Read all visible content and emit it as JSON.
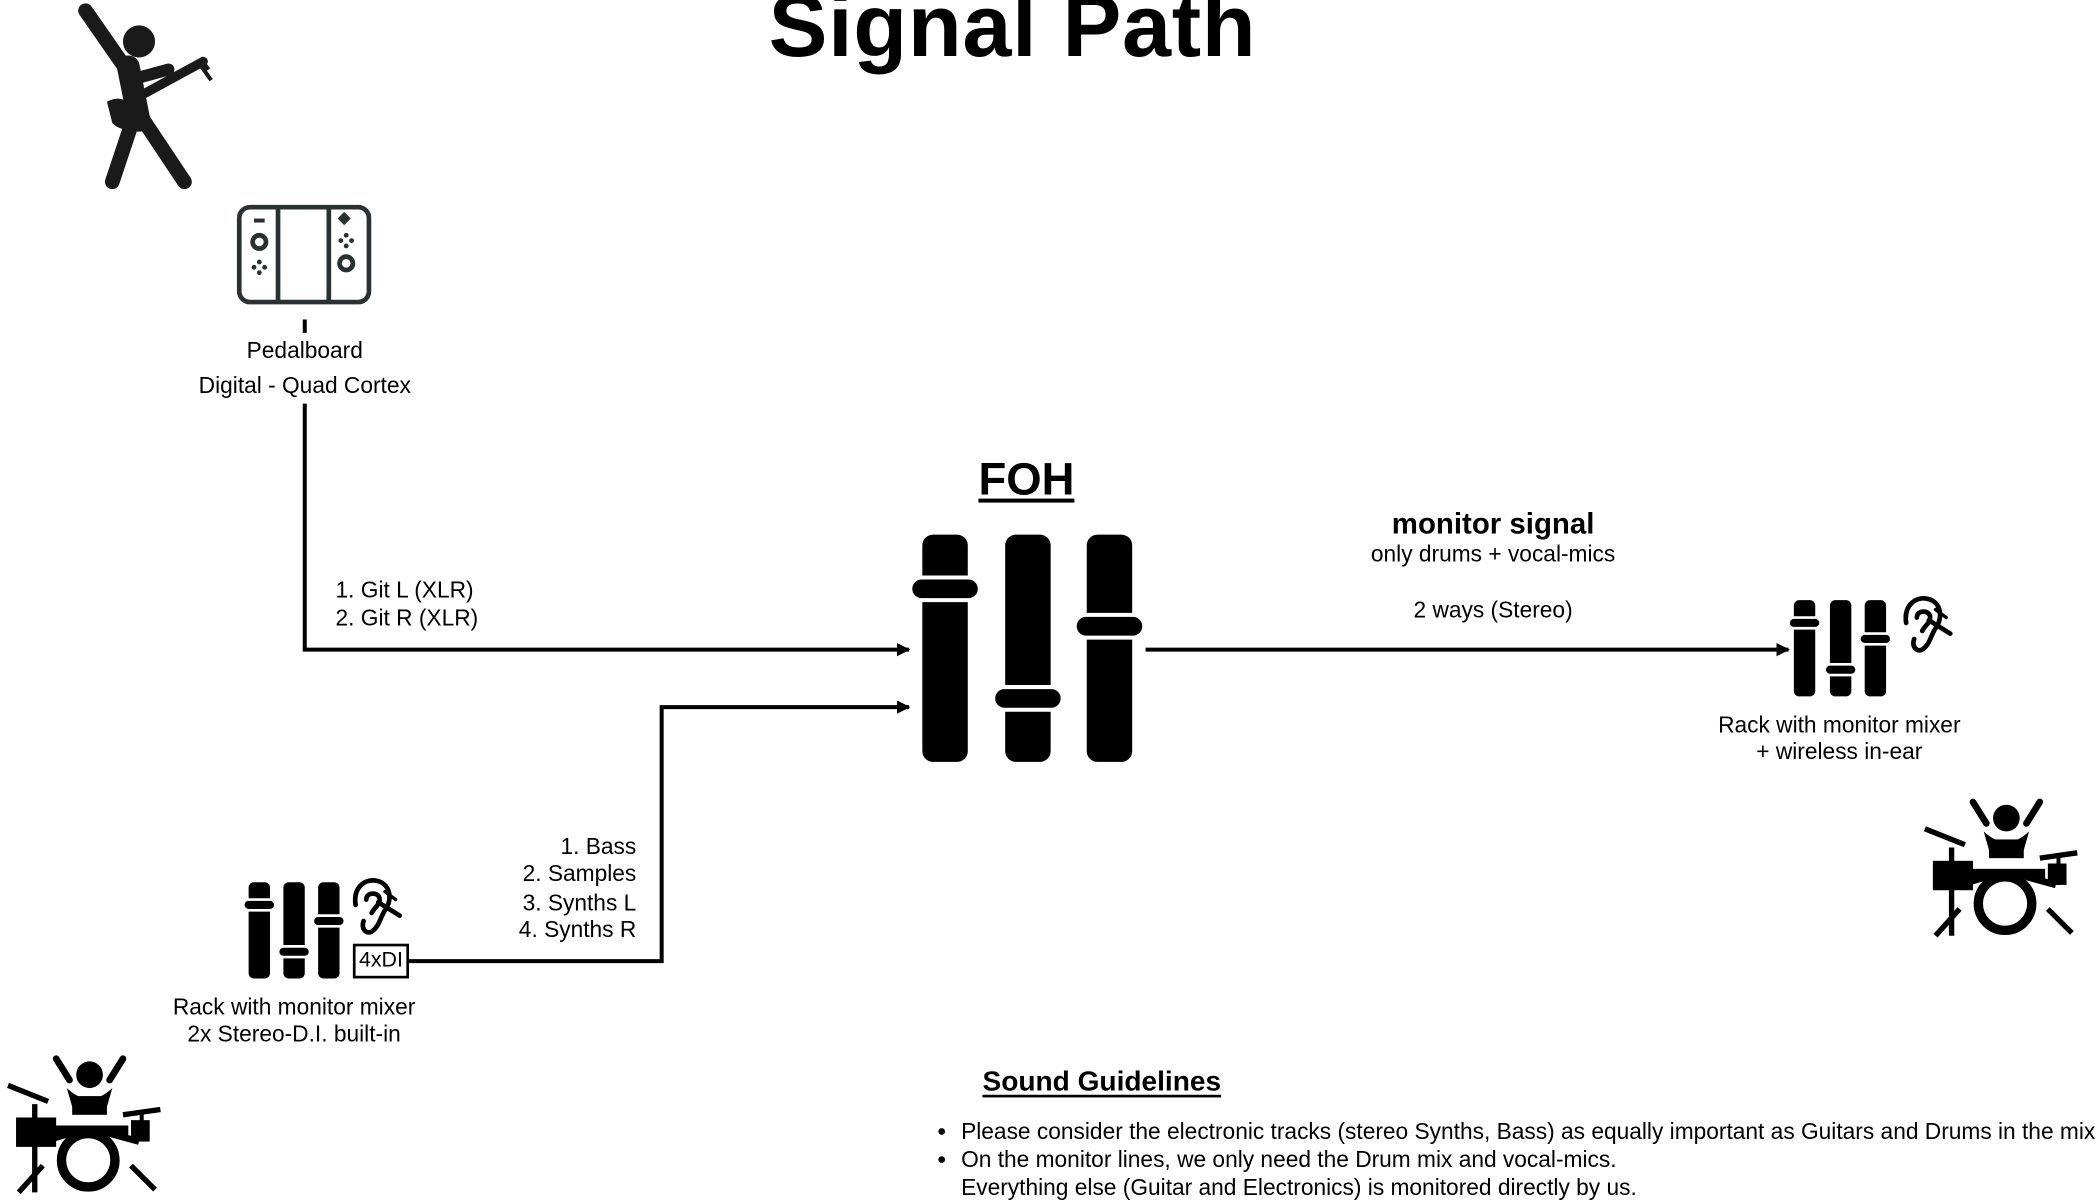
{
  "title": "Signal Path",
  "pedalboard": {
    "label": "Pedalboard",
    "model": "Digital - Quad Cortex"
  },
  "guitar_lines": {
    "line1": "1. Git L (XLR)",
    "line2": "2. Git R (XLR)"
  },
  "foh": {
    "label": "FOH"
  },
  "monitor_signal": {
    "title": "monitor signal",
    "subtitle": "only drums + vocal-mics",
    "ways": "2 ways (Stereo)"
  },
  "rack_right": {
    "line1": "Rack with monitor mixer",
    "line2": "+ wireless in-ear"
  },
  "rack_left": {
    "di_label": "4xDI",
    "line1": "Rack with monitor mixer",
    "line2": "2x Stereo-D.I. built-in"
  },
  "di_lines": {
    "line1": "1. Bass",
    "line2": "2. Samples",
    "line3": "3. Synths L",
    "line4": "4. Synths R"
  },
  "guidelines": {
    "title": "Sound Guidelines",
    "items": [
      "Please consider the electronic tracks (stereo Synths, Bass) as equally important as Guitars and Drums in the mix.",
      "On the monitor lines, we only need the Drum mix and vocal-mics."
    ],
    "item2_continuation": "Everything else (Guitar and Electronics) is monitored directly by us."
  },
  "icons": {
    "guitarist": "guitarist-icon",
    "pedalboard": "game-controller-icon",
    "foh": "mixer-faders-icon",
    "rack": "mixer-faders-icon",
    "in_ear": "ear-icon",
    "drummer": "drummer-icon"
  },
  "colors": {
    "line": "#000000",
    "pedalboard_stroke": "#2b3033",
    "background": "#ffffff"
  }
}
